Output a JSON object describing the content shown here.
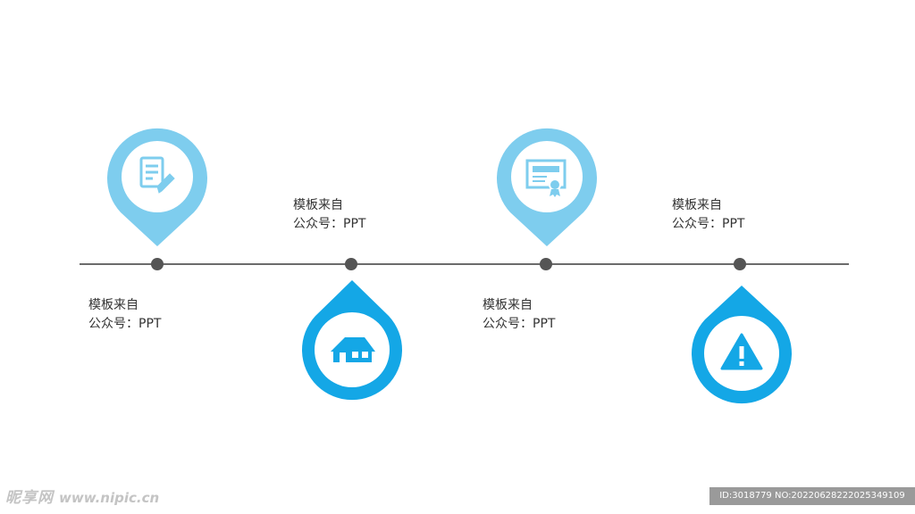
{
  "colors": {
    "light_blue": "#7ecdee",
    "blue": "#14a7e6",
    "line": "#6b6b6b",
    "dot": "#555555",
    "text": "#333333"
  },
  "items": [
    {
      "title": "模板来自",
      "subtitle": "公众号：PPT",
      "icon": "document-pen-icon"
    },
    {
      "title": "模板来自",
      "subtitle": "公众号：PPT",
      "icon": "house-icon"
    },
    {
      "title": "模板来自",
      "subtitle": "公众号：PPT",
      "icon": "certificate-icon"
    },
    {
      "title": "模板来自",
      "subtitle": "公众号：PPT",
      "icon": "warning-icon"
    }
  ],
  "watermark": {
    "brand": "昵享网",
    "url": "www.nipic.cn",
    "id_text": "ID:3018779 NO:20220628222025349109"
  }
}
